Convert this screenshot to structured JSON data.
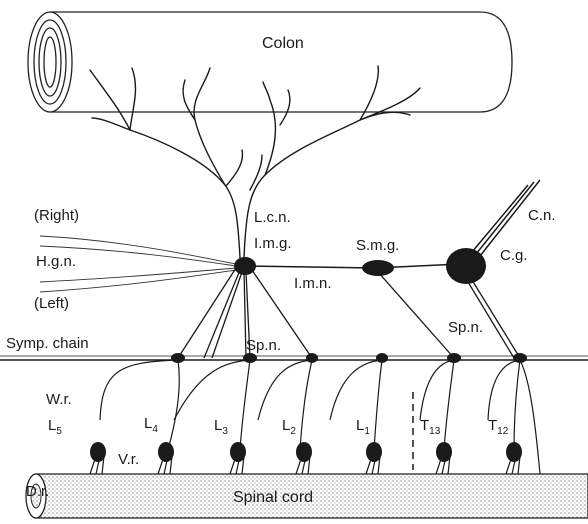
{
  "organs": {
    "colon": "Colon",
    "spinal_cord": "Spinal cord"
  },
  "labels": {
    "right": "(Right)",
    "hgn": "H.g.n.",
    "left": "(Left)",
    "symp_chain": "Symp. chain",
    "lcn": "L.c.n.",
    "img": "I.m.g.",
    "smg": "S.m.g.",
    "imn": "I.m.n.",
    "cn": "C.n.",
    "cg": "C.g.",
    "spn_left": "Sp.n.",
    "spn_right": "Sp.n.",
    "wr": "W.r.",
    "vr": "V.r.",
    "dr": "D.r."
  },
  "segments": [
    {
      "letter": "L",
      "number": "5"
    },
    {
      "letter": "L",
      "number": "4"
    },
    {
      "letter": "L",
      "number": "3"
    },
    {
      "letter": "L",
      "number": "2"
    },
    {
      "letter": "L",
      "number": "1"
    },
    {
      "letter": "T",
      "number": "13"
    },
    {
      "letter": "T",
      "number": "12"
    }
  ]
}
